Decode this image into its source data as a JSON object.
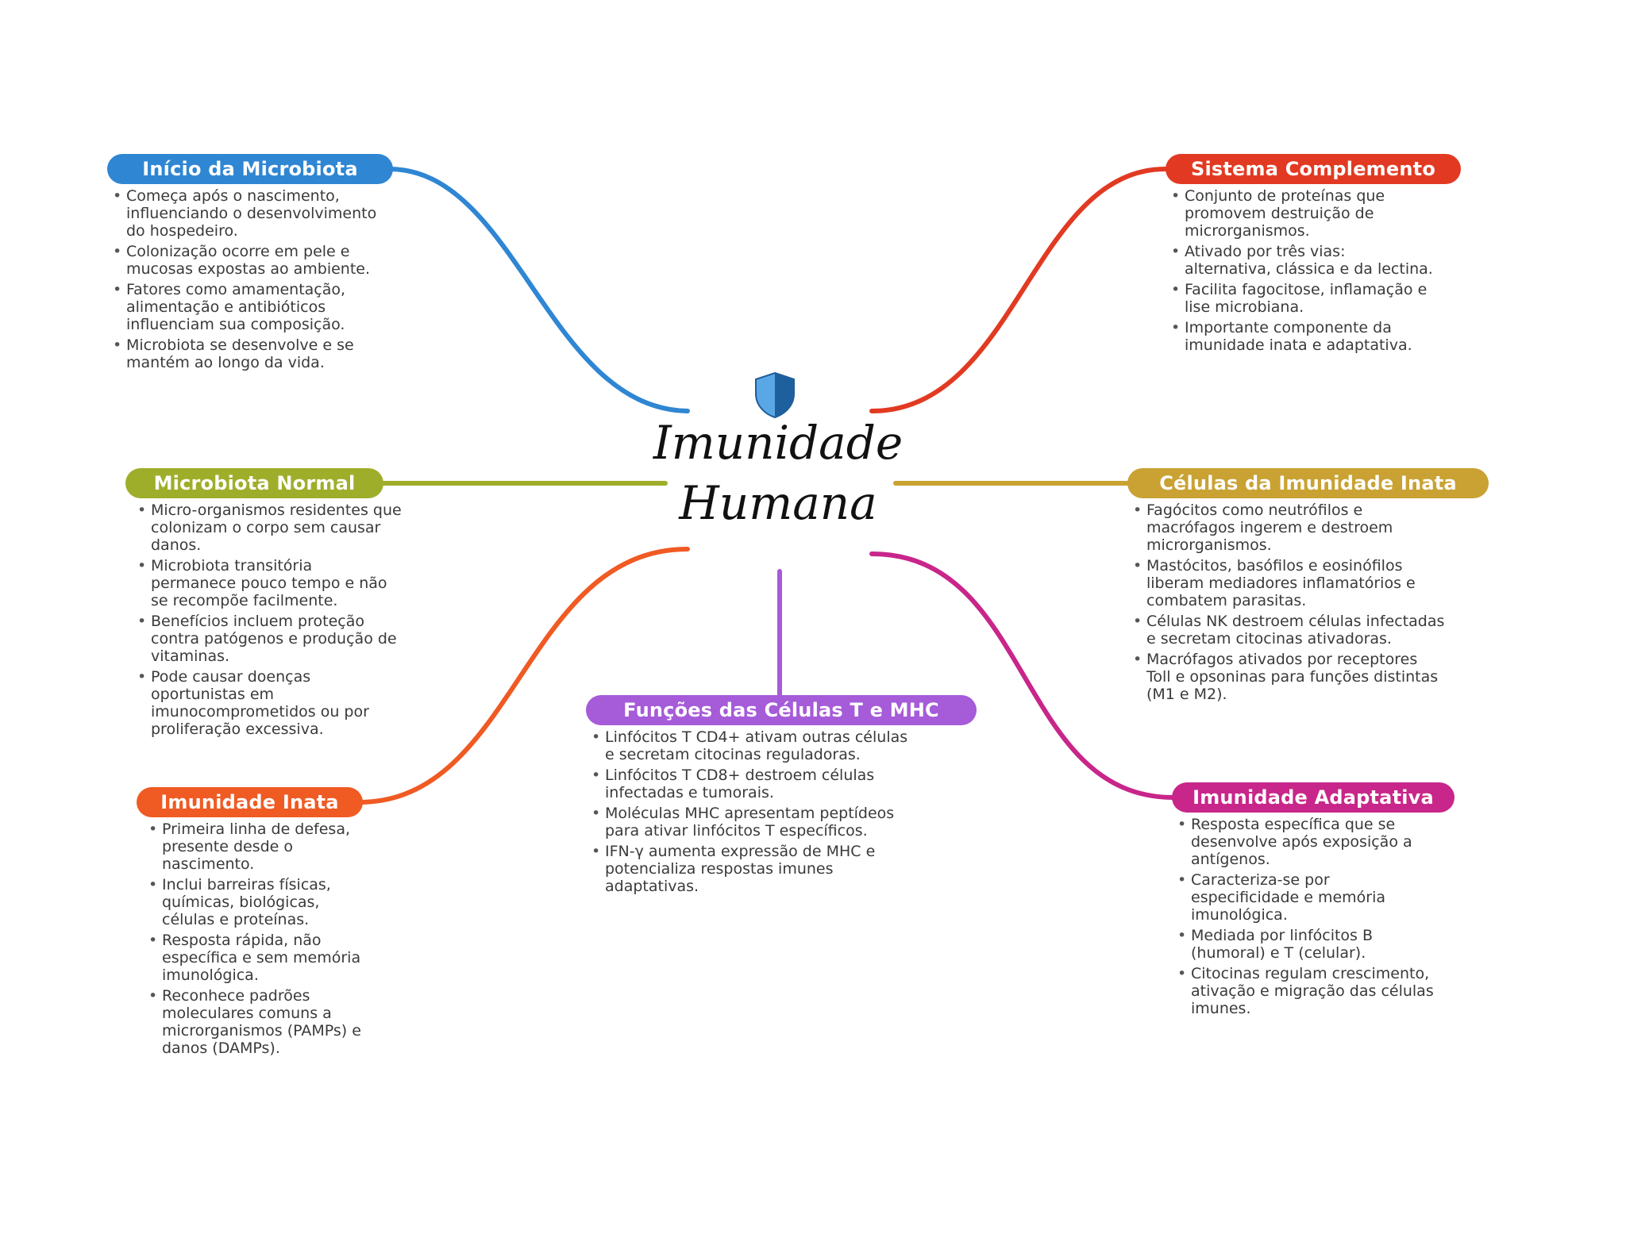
{
  "center": {
    "title_line1": "Imunidade",
    "title_line2": "Humana",
    "icon": "shield-icon"
  },
  "branches": {
    "inicio": {
      "title": "Início da Microbiota",
      "color": "#2f86d3",
      "items": [
        "Começa após o nascimento, influenciando o desenvolvimento do hospedeiro.",
        "Colonização ocorre em pele e mucosas expostas ao ambiente.",
        "Fatores como amamentação, alimentação e antibióticos influenciam sua composição.",
        "Microbiota se desenvolve e se mantém ao longo da vida."
      ]
    },
    "microbiota_normal": {
      "title": "Microbiota Normal",
      "color": "#9fae2a",
      "items": [
        "Micro-organismos residentes que colonizam o corpo sem causar danos.",
        "Microbiota transitória permanece pouco tempo e não se recompõe facilmente.",
        "Benefícios incluem proteção contra patógenos e produção de vitaminas.",
        "Pode causar doenças oportunistas em imunocomprometidos ou por proliferação excessiva."
      ]
    },
    "imunidade_inata": {
      "title": "Imunidade Inata",
      "color": "#f05a23",
      "items": [
        "Primeira linha de defesa, presente desde o nascimento.",
        "Inclui barreiras físicas, químicas, biológicas, células e proteínas.",
        "Resposta rápida, não específica e sem memória imunológica.",
        "Reconhece padrões moleculares comuns a microrganismos (PAMPs) e danos (DAMPs)."
      ]
    },
    "funcoes_t_mhc": {
      "title": "Funções das Células T e MHC",
      "color": "#a65bd9",
      "items": [
        "Linfócitos T CD4+ ativam outras células e secretam citocinas reguladoras.",
        "Linfócitos T CD8+ destroem células infectadas e tumorais.",
        "Moléculas MHC apresentam peptídeos para ativar linfócitos T específicos.",
        "IFN-γ aumenta expressão de MHC e potencializa respostas imunes adaptativas."
      ]
    },
    "sistema_complemento": {
      "title": "Sistema Complemento",
      "color": "#e23a22",
      "items": [
        "Conjunto de proteínas que promovem destruição de microrganismos.",
        "Ativado por três vias: alternativa, clássica e da lectina.",
        "Facilita fagocitose, inflamação e lise microbiana.",
        "Importante componente da imunidade inata e adaptativa."
      ]
    },
    "celulas_inata": {
      "title": "Células da Imunidade Inata",
      "color": "#c9a233",
      "items": [
        "Fagócitos como neutrófilos e macrófagos ingerem e destroem microrganismos.",
        "Mastócitos, basófilos e eosinófilos liberam mediadores inflamatórios e combatem parasitas.",
        "Células NK destroem células infectadas e secretam citocinas ativadoras.",
        "Macrófagos ativados por receptores Toll e opsoninas para funções distintas (M1 e M2)."
      ]
    },
    "imunidade_adaptativa": {
      "title": "Imunidade Adaptativa",
      "color": "#c8268a",
      "items": [
        "Resposta específica que se desenvolve após exposição a antígenos.",
        "Caracteriza-se por especificidade e memória imunológica.",
        "Mediada por linfócitos B (humoral) e T (celular).",
        "Citocinas regulam crescimento, ativação e migração das células imunes."
      ]
    }
  }
}
